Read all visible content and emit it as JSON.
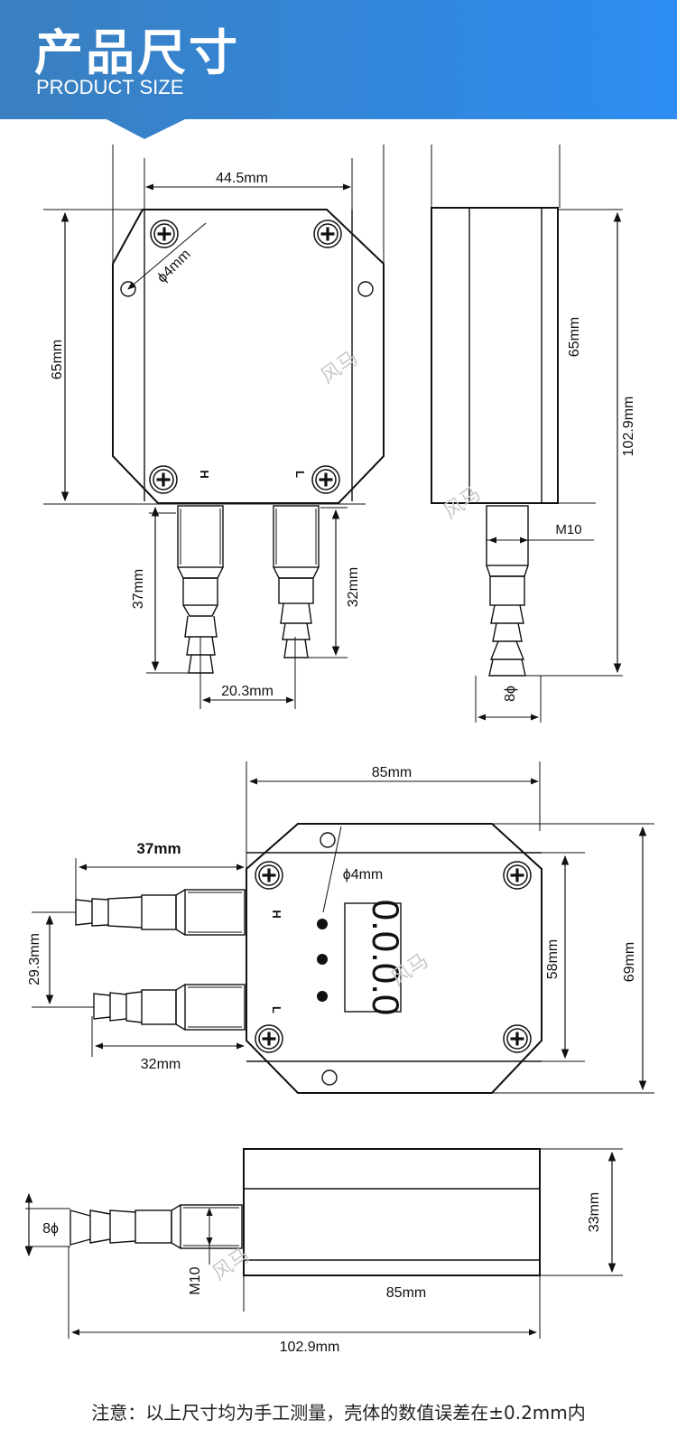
{
  "header": {
    "title": "产品尺寸",
    "subtitle": "PRODUCT SIZE",
    "gradient_start": "#3b83c4",
    "gradient_end": "#2e8ff0"
  },
  "top_front_view": {
    "width": "44.5mm",
    "height": "65mm",
    "hole": "ϕ4mm",
    "port_left_label": "H",
    "port_right_label": "L",
    "port_left_length": "37mm",
    "port_right_length": "32mm",
    "port_spacing": "20.3mm",
    "watermark": "风马"
  },
  "top_side_view": {
    "body_height": "65mm",
    "total_height": "102.9mm",
    "thread": "M10",
    "barb": "8ϕ",
    "watermark": "风马"
  },
  "display_front_view": {
    "width": "85mm",
    "height_outer": "69mm",
    "height_inner": "58mm",
    "hole": "ϕ4mm",
    "port_upper_length": "37mm",
    "port_lower_length": "32mm",
    "port_spacing": "29.3mm",
    "port_upper_label": "H",
    "port_lower_label": "L",
    "display_digits": "0.0.0.0",
    "watermark": "风马"
  },
  "display_side_view": {
    "body_length": "85mm",
    "total_length": "102.9mm",
    "thickness": "33mm",
    "thread": "M10",
    "barb": "8ϕ",
    "watermark": "风马"
  },
  "footnote": "注意：以上尺寸均为手工测量，壳体的数值误差在±0.2mm内"
}
